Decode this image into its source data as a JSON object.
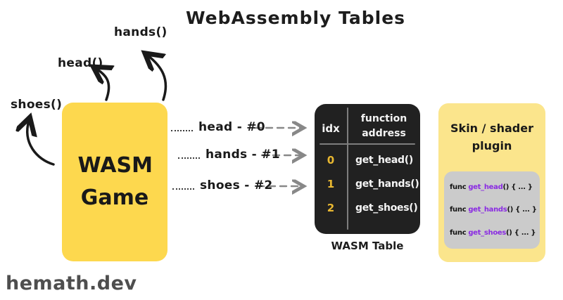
{
  "title": "WebAssembly Tables",
  "watermark": "hemath.dev",
  "colors": {
    "game_box_bg": "#FDD84E",
    "plugin_box_bg": "#FBE58C",
    "table_bg": "#212121",
    "idx_accent": "#E9B831",
    "code_box_bg": "#CBCBCB",
    "code_fn_purple": "#8A2BE2",
    "arrow_black": "#1a1a1a",
    "arrow_gray": "#888888",
    "watermark_gray": "#4E4E4E"
  },
  "game_box": {
    "label": "WASM Game"
  },
  "exports": [
    {
      "label": "shoes()"
    },
    {
      "label": "head()"
    },
    {
      "label": "hands()"
    }
  ],
  "mappings": [
    {
      "label": "head - #0"
    },
    {
      "label": "hands - #1"
    },
    {
      "label": "shoes - #2"
    }
  ],
  "wasm_table": {
    "caption": "WASM Table",
    "col_idx": "idx",
    "col_fn": "function address",
    "rows": [
      {
        "idx": "0",
        "fn": "get_head()"
      },
      {
        "idx": "1",
        "fn": "get_hands()"
      },
      {
        "idx": "2",
        "fn": "get_shoes()"
      }
    ]
  },
  "plugin_box": {
    "title": "Skin / shader plugin",
    "code": [
      {
        "keyword": "func",
        "name": "get_head",
        "rest": "() { ... }"
      },
      {
        "keyword": "func",
        "name": "get_hands",
        "rest": "() { ... }"
      },
      {
        "keyword": "func",
        "name": "get_shoes",
        "rest": "() { ... }"
      }
    ]
  }
}
